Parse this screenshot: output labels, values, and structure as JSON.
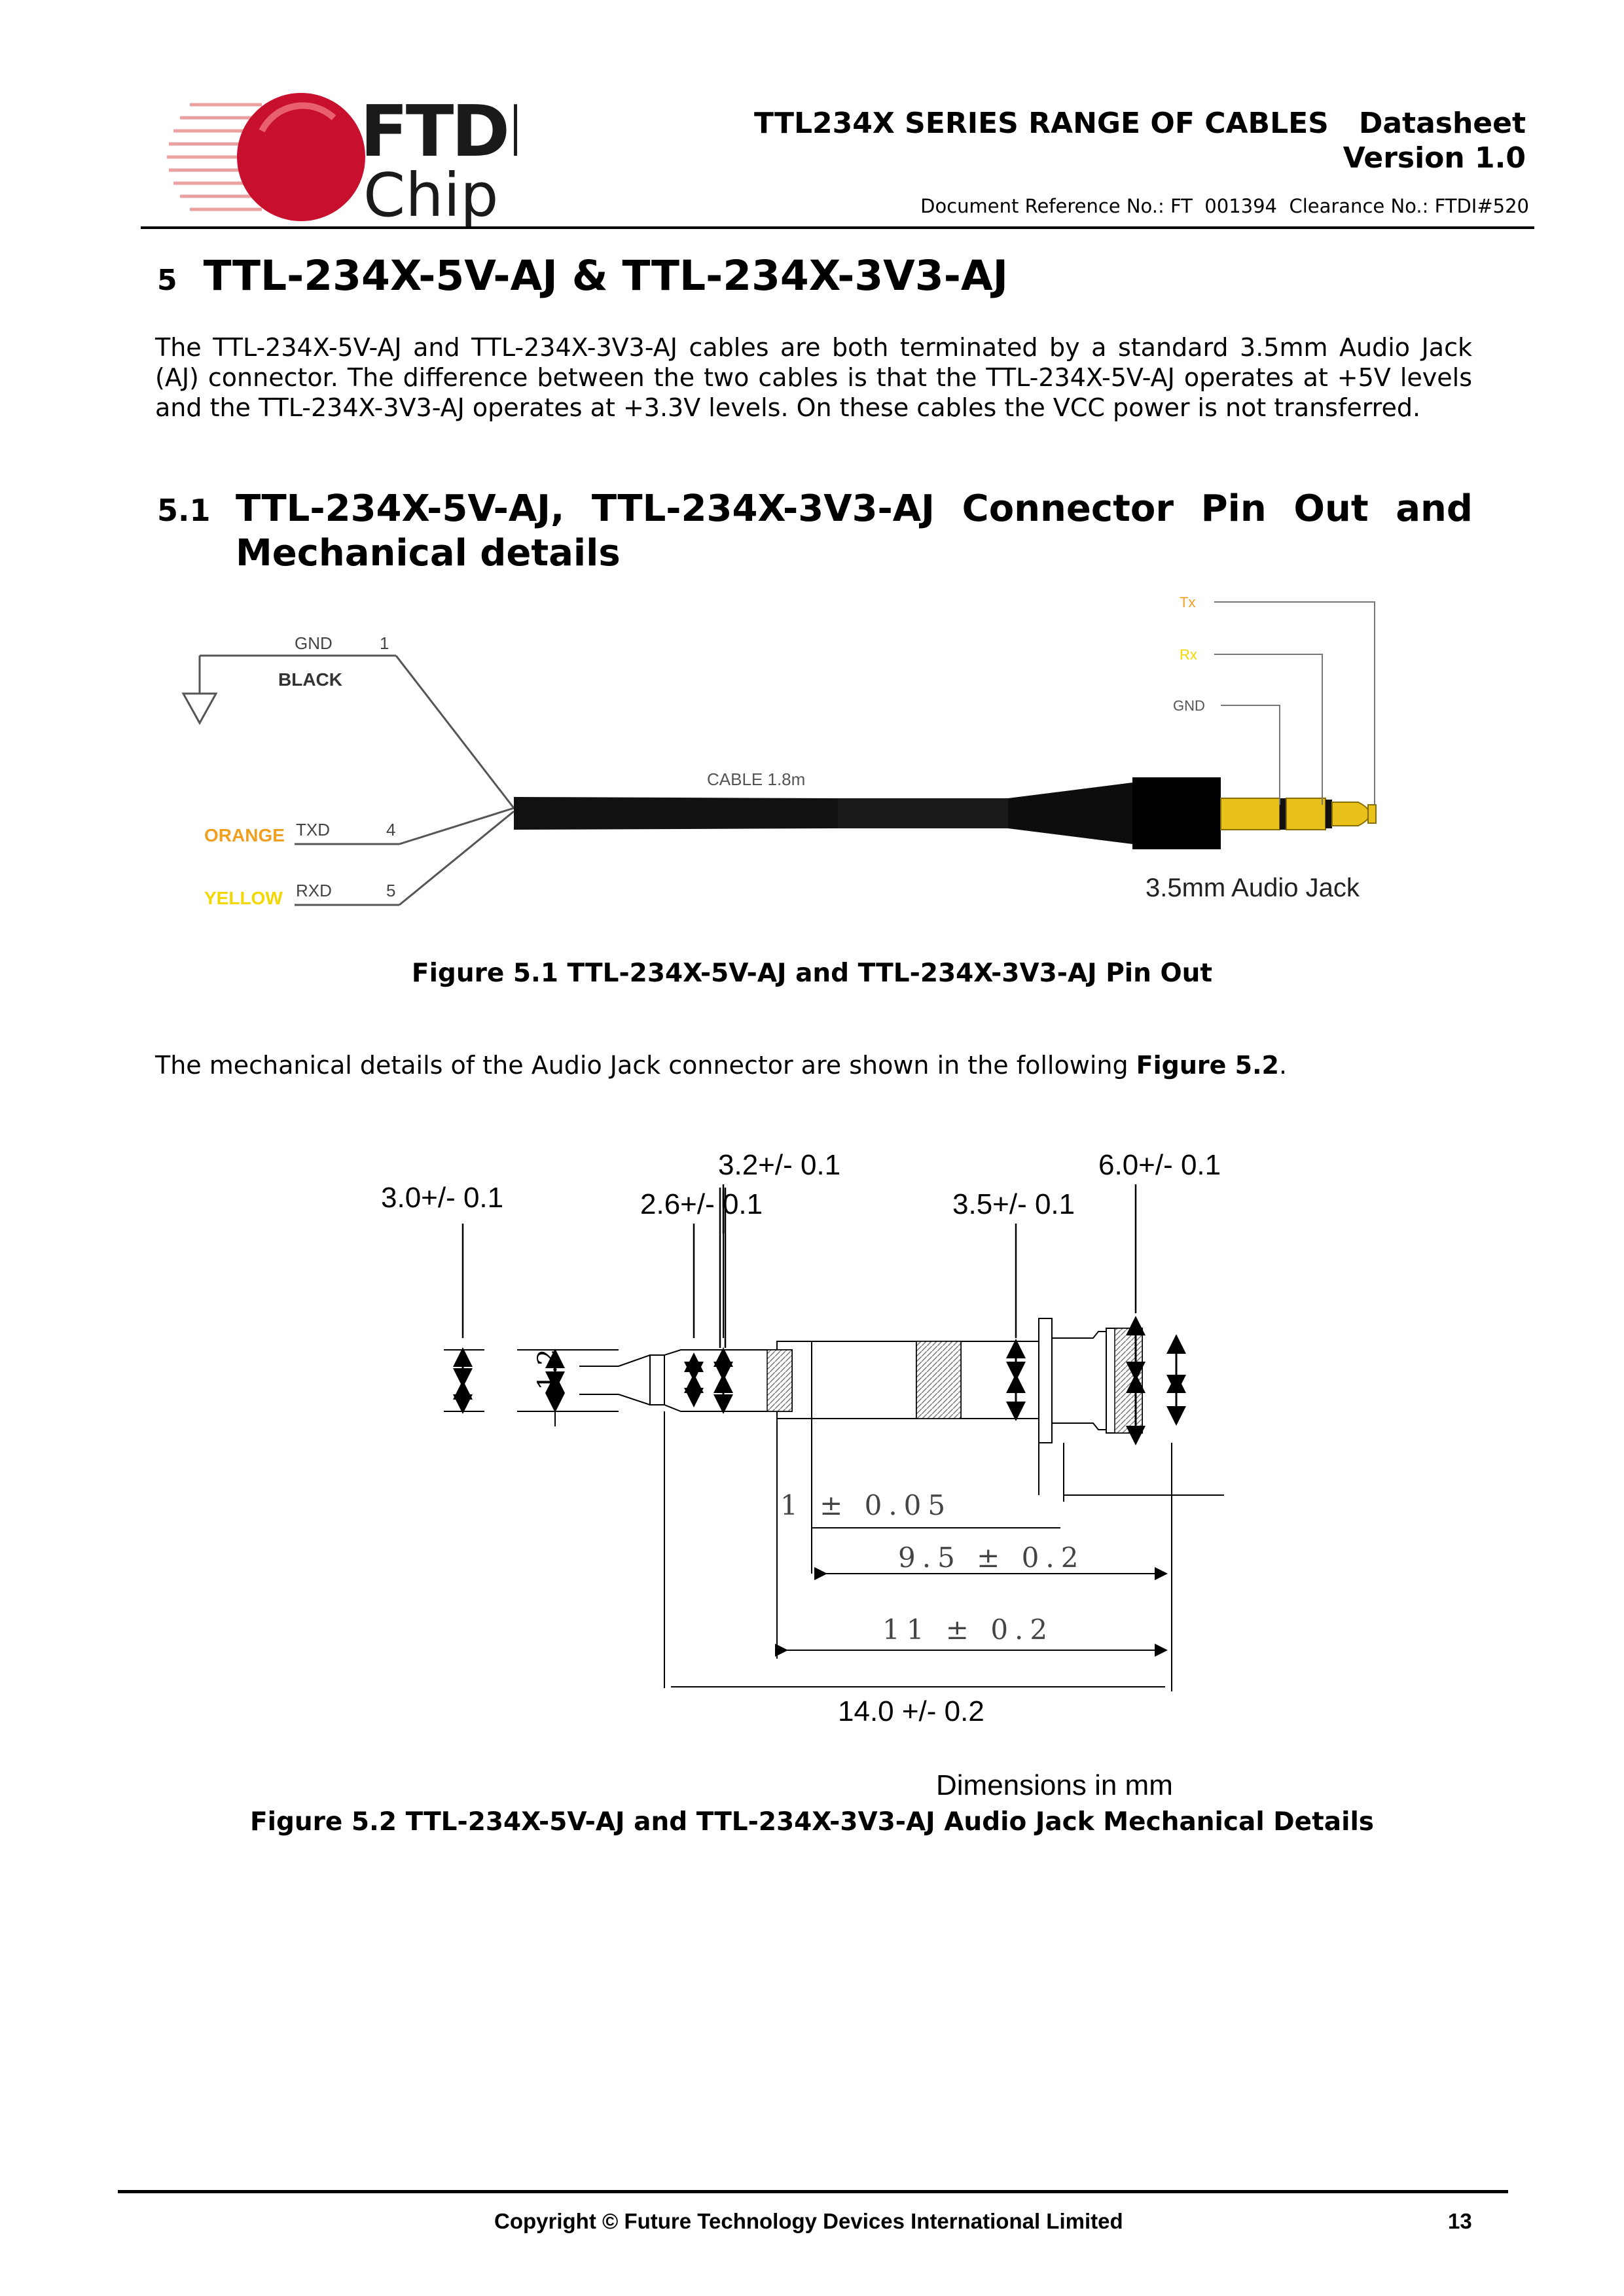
{
  "logo": {
    "brand_top": "FTDI",
    "brand_bottom": "Chip"
  },
  "header": {
    "title_line1": "TTL234X SERIES RANGE OF CABLES   Datasheet",
    "title_line2": "Version 1.0",
    "doc_ref": "Document Reference No.: FT  001394  Clearance No.: FTDI#520"
  },
  "section": {
    "number": "5",
    "title": "TTL-234X-5V-AJ & TTL-234X-3V3-AJ",
    "intro": "The TTL-234X-5V-AJ and TTL-234X-3V3-AJ cables are both terminated by a standard 3.5mm Audio Jack (AJ) connector. The difference between the two cables is that the TTL-234X-5V-AJ operates at +5V levels and the TTL-234X-3V3-AJ operates at +3.3V levels. On these cables the VCC power is not transferred."
  },
  "subsection": {
    "number": "5.1",
    "title_part1": "TTL-234X-5V-AJ,",
    "title_part2": "TTL-234X-3V3-AJ",
    "title_part3": "Connector",
    "title_part4": "Pin",
    "title_part5": "Out",
    "title_part6": "and",
    "title_line2": "Mechanical details"
  },
  "figure1": {
    "pin_gnd_label": "GND",
    "pin_gnd_num": "1",
    "pin_gnd_color": "BLACK",
    "pin_txd_label": "TXD",
    "pin_txd_num": "4",
    "pin_txd_color": "ORANGE",
    "pin_rxd_label": "RXD",
    "pin_rxd_num": "5",
    "pin_rxd_color": "YELLOW",
    "cable_label": "CABLE 1.8m",
    "jack_tx": "Tx",
    "jack_rx": "Rx",
    "jack_gnd": "GND",
    "jack_label": "3.5mm Audio Jack",
    "caption": "Figure 5.1 TTL-234X-5V-AJ and TTL-234X-3V3-AJ Pin Out",
    "colors": {
      "orange": "#f0a020",
      "yellow": "#f2d800",
      "gold": "#e8c21a",
      "tx_label": "#f0a020",
      "rx_label": "#f2d800"
    }
  },
  "mech_text": {
    "before": "The mechanical details of the Audio Jack connector are shown in the following ",
    "figref": "Figure 5.2",
    "after": "."
  },
  "figure2": {
    "dim_a": "3.0+/- 0.1",
    "dim_b": "3.2+/- 0.1",
    "dim_c": "2.6+/- 0.1",
    "dim_d": "3.5+/- 0.1",
    "dim_e": "6.0+/- 0.1",
    "dim_vert": "1.2",
    "dim_1": "1 ± 0.05",
    "dim_95": "9.5 ± 0.2",
    "dim_11": "11 ± 0.2",
    "dim_14": "14.0 +/- 0.2",
    "units_note": "Dimensions in mm",
    "caption": "Figure 5.2 TTL-234X-5V-AJ and TTL-234X-3V3-AJ Audio Jack Mechanical Details"
  },
  "footer": {
    "copyright": "Copyright © Future Technology Devices International Limited",
    "page_number": "13"
  }
}
